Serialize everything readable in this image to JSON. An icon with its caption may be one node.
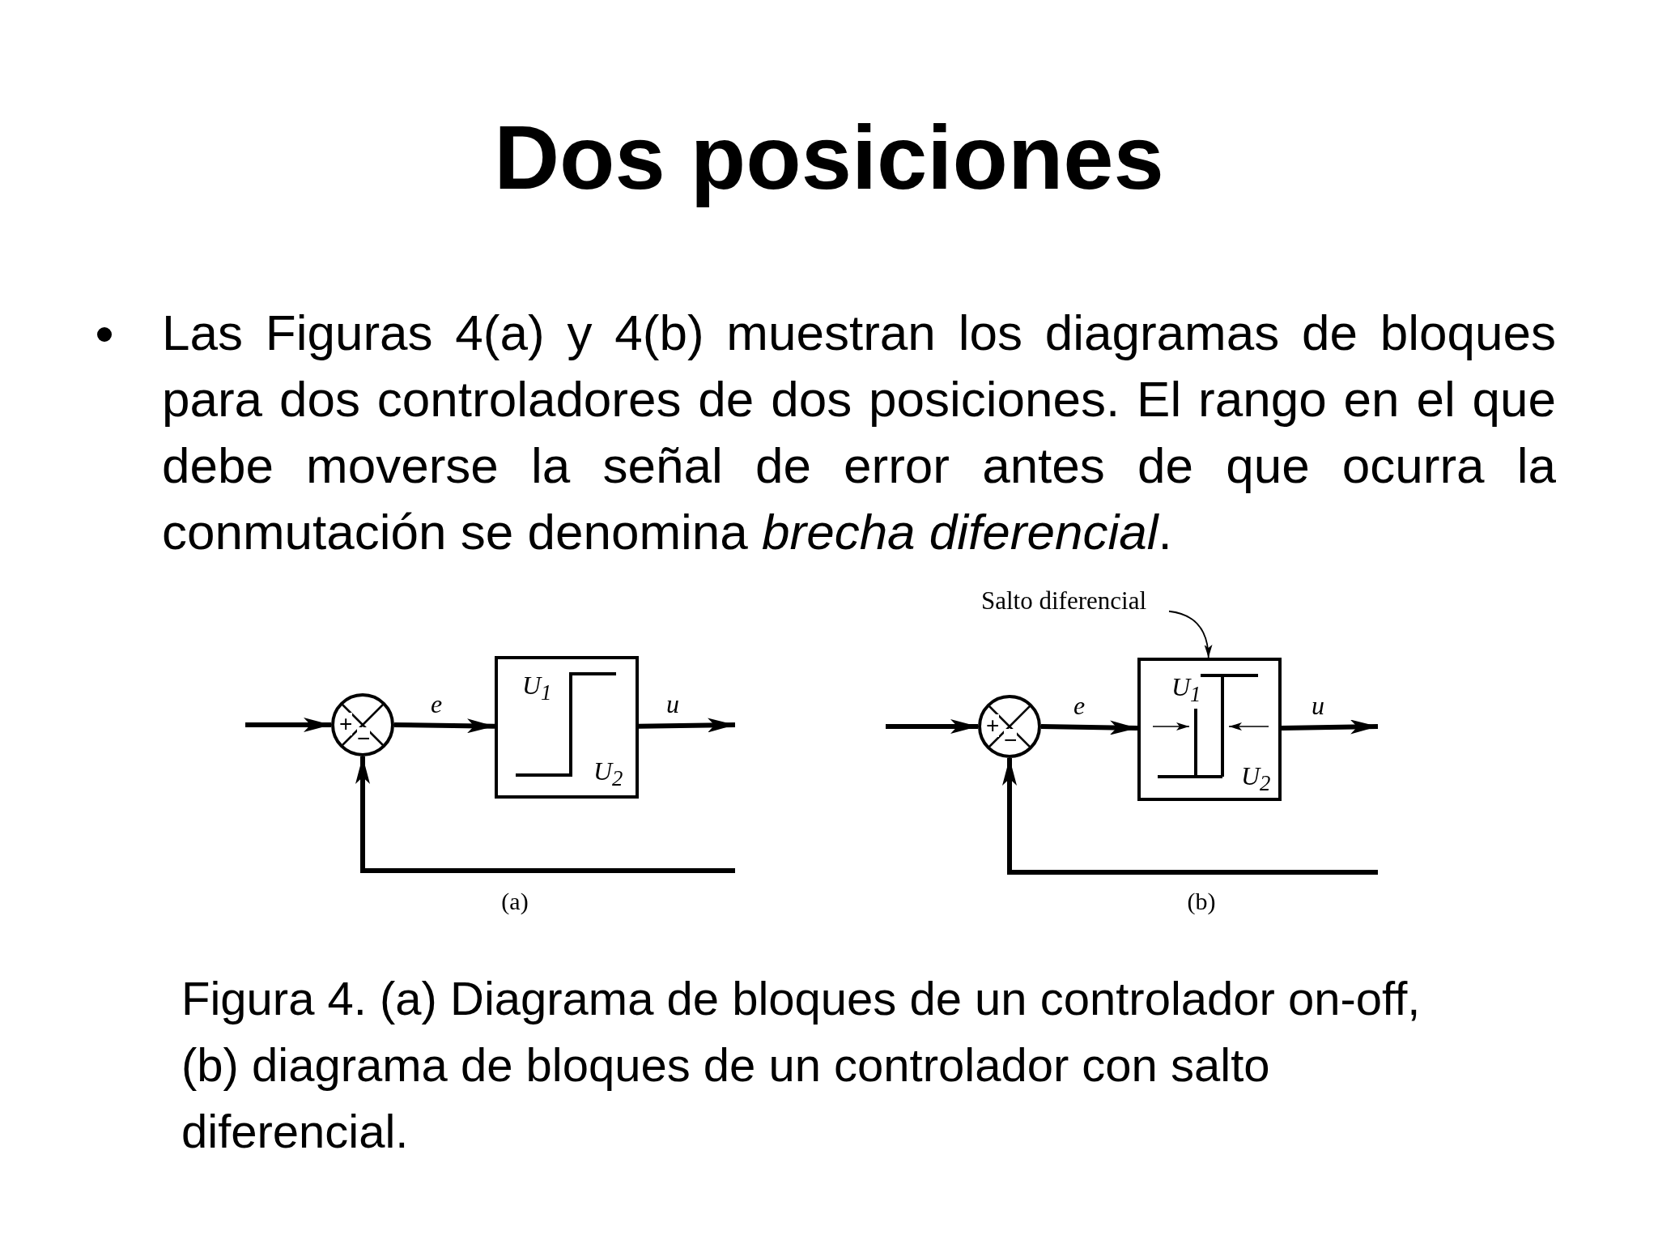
{
  "diagram": {
    "title": "Dos posiciones",
    "caption": "Figura 4. (a) Diagrama de bloques de un controlador on-off, (b) diagrama de bloques de un controlador con salto diferencial.",
    "nodes": [
      {
        "text": [
          "+",
          "−"
        ]
      },
      {
        "text": [
          "U$_{1}$",
          "U$_{2}$"
        ]
      },
      {
        "text": [
          "+",
          "−"
        ]
      },
      {
        "text": [
          "U$_{1}$",
          "U$_{2}$"
        ]
      },
      {
        "text": [
          "Salto diferencial"
        ]
      }
    ],
    "edges": [
      {
        "from": null,
        "to": 0,
        "arrow": "to"
      },
      {
        "from": 0,
        "to": 1,
        "arrow": "to",
        "label": "e"
      },
      {
        "from": 1,
        "to": null,
        "arrow": "to",
        "label": "u"
      },
      {
        "from": null,
        "to": 0,
        "arrow": "to"
      },
      {
        "from": null,
        "to": 2,
        "arrow": "to"
      },
      {
        "from": 2,
        "to": 3,
        "arrow": "to",
        "label": "e"
      },
      {
        "from": 3,
        "to": null,
        "arrow": "to",
        "label": "u"
      },
      {
        "from": null,
        "to": 2,
        "arrow": "to"
      },
      {
        "from": 4,
        "to": 3,
        "arrow": "to"
      }
    ],
    "labels": [
      "Las Figuras 4(a) y 4(b) muestran los diagramas de bloques para dos controladores de dos posiciones. El rango en el que debe moverse la señal de error antes de que ocurra la conmutación se denomina *brecha diferencial*.",
      "(a)",
      "(b)"
    ]
  }
}
